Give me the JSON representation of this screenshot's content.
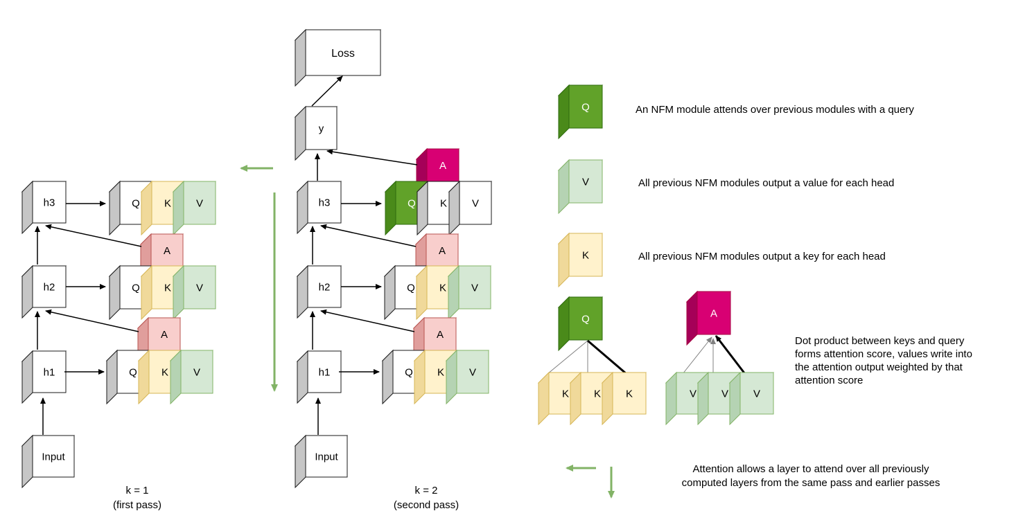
{
  "colors": {
    "white_face": "#ffffff",
    "white_top": "#ececec",
    "white_side": "#c6c6c6",
    "white_stroke": "#1a1a1a",
    "q_face": "#61a229",
    "q_top": "#6fb53a",
    "q_side": "#4a8a1a",
    "q_stroke": "#2d6b0d",
    "k_face": "#fff2cc",
    "k_top": "#fbe7b3",
    "k_side": "#f0d99a",
    "k_stroke": "#d6b656",
    "v_face": "#d5e8d4",
    "v_top": "#c3ddc1",
    "v_side": "#b5d3b3",
    "v_stroke": "#82b366",
    "a_face": "#f8cecc",
    "a_top": "#eeb3b1",
    "a_side": "#e09e9c",
    "a_stroke": "#b85450",
    "am_face": "#d80073",
    "am_top": "#c5006a",
    "am_side": "#a50058",
    "am_stroke": "#a50040",
    "arrow": "#000000",
    "gray_arrow": "#808080",
    "green_arrow": "#82b366"
  },
  "labels": {
    "loss": "Loss",
    "y": "y",
    "h3": "h3",
    "h2": "h2",
    "h1": "h1",
    "input": "Input",
    "q": "Q",
    "k": "K",
    "v": "V",
    "a": "A"
  },
  "captions": {
    "pass1_line1": "k = 1",
    "pass1_line2": "(first pass)",
    "pass2_line1": "k = 2",
    "pass2_line2": "(second pass)"
  },
  "legend": {
    "query": "An NFM module attends over previous modules with a query",
    "value": "All previous NFM modules output a value for each head",
    "key": "All previous NFM modules output a key for each head",
    "dot_line1": "Dot product between keys and query",
    "dot_line2": "forms attention score, values write into",
    "dot_line3": "the attention output weighted by that",
    "dot_line4": "attention score",
    "attn_line1": "Attention allows a layer to attend over all previously",
    "attn_line2": "computed layers from the same pass and earlier passes"
  }
}
